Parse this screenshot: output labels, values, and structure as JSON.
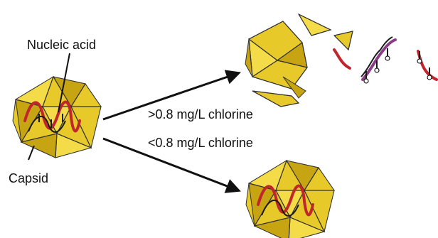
{
  "labels": {
    "nucleic_acid": "Nucleic acid",
    "capsid": "Capsid",
    "high_chlorine": ">0.8 mg/L chlorine",
    "low_chlorine": "<0.8 mg/L chlorine"
  },
  "colors": {
    "capsid_face": "#e8c92a",
    "capsid_face_light": "#f3dc47",
    "capsid_face_dark": "#c7a512",
    "capsid_edge": "#333333",
    "rna_red": "#c0262b",
    "rna_purple": "#8a3d86",
    "strand_black": "#1a1a1a",
    "arrow": "#111111"
  }
}
